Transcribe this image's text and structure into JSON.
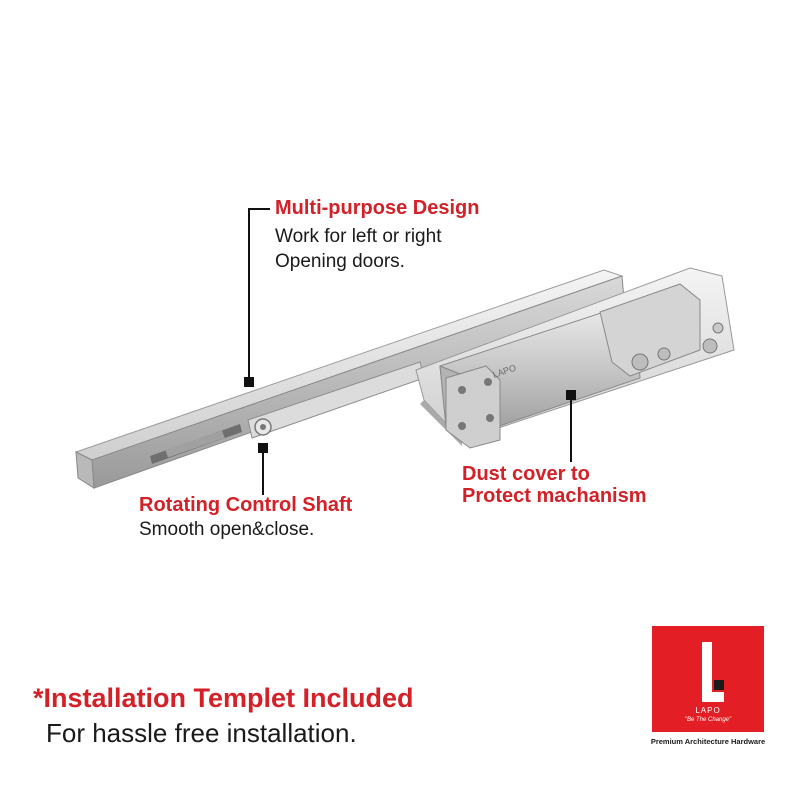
{
  "callouts": {
    "multi_purpose": {
      "title": "Multi-purpose Design",
      "line1": "Work for left or right",
      "line2": "Opening doors."
    },
    "rotating_shaft": {
      "title": "Rotating Control Shaft",
      "line1": "Smooth open&close."
    },
    "dust_cover": {
      "line1": "Dust cover to",
      "line2": "Protect machanism"
    }
  },
  "product": {
    "engraving": "LAPO"
  },
  "footer": {
    "title": "*Installation Templet Included",
    "subtitle": "For hassle free installation."
  },
  "brand": {
    "name": "LAPO",
    "tagline": "\"Be The Change\"",
    "subtitle": "Premium Architecture Hardware"
  },
  "colors": {
    "accent_red": "#d42027",
    "logo_red": "#e31e24",
    "text_dark": "#1a1a1a"
  }
}
